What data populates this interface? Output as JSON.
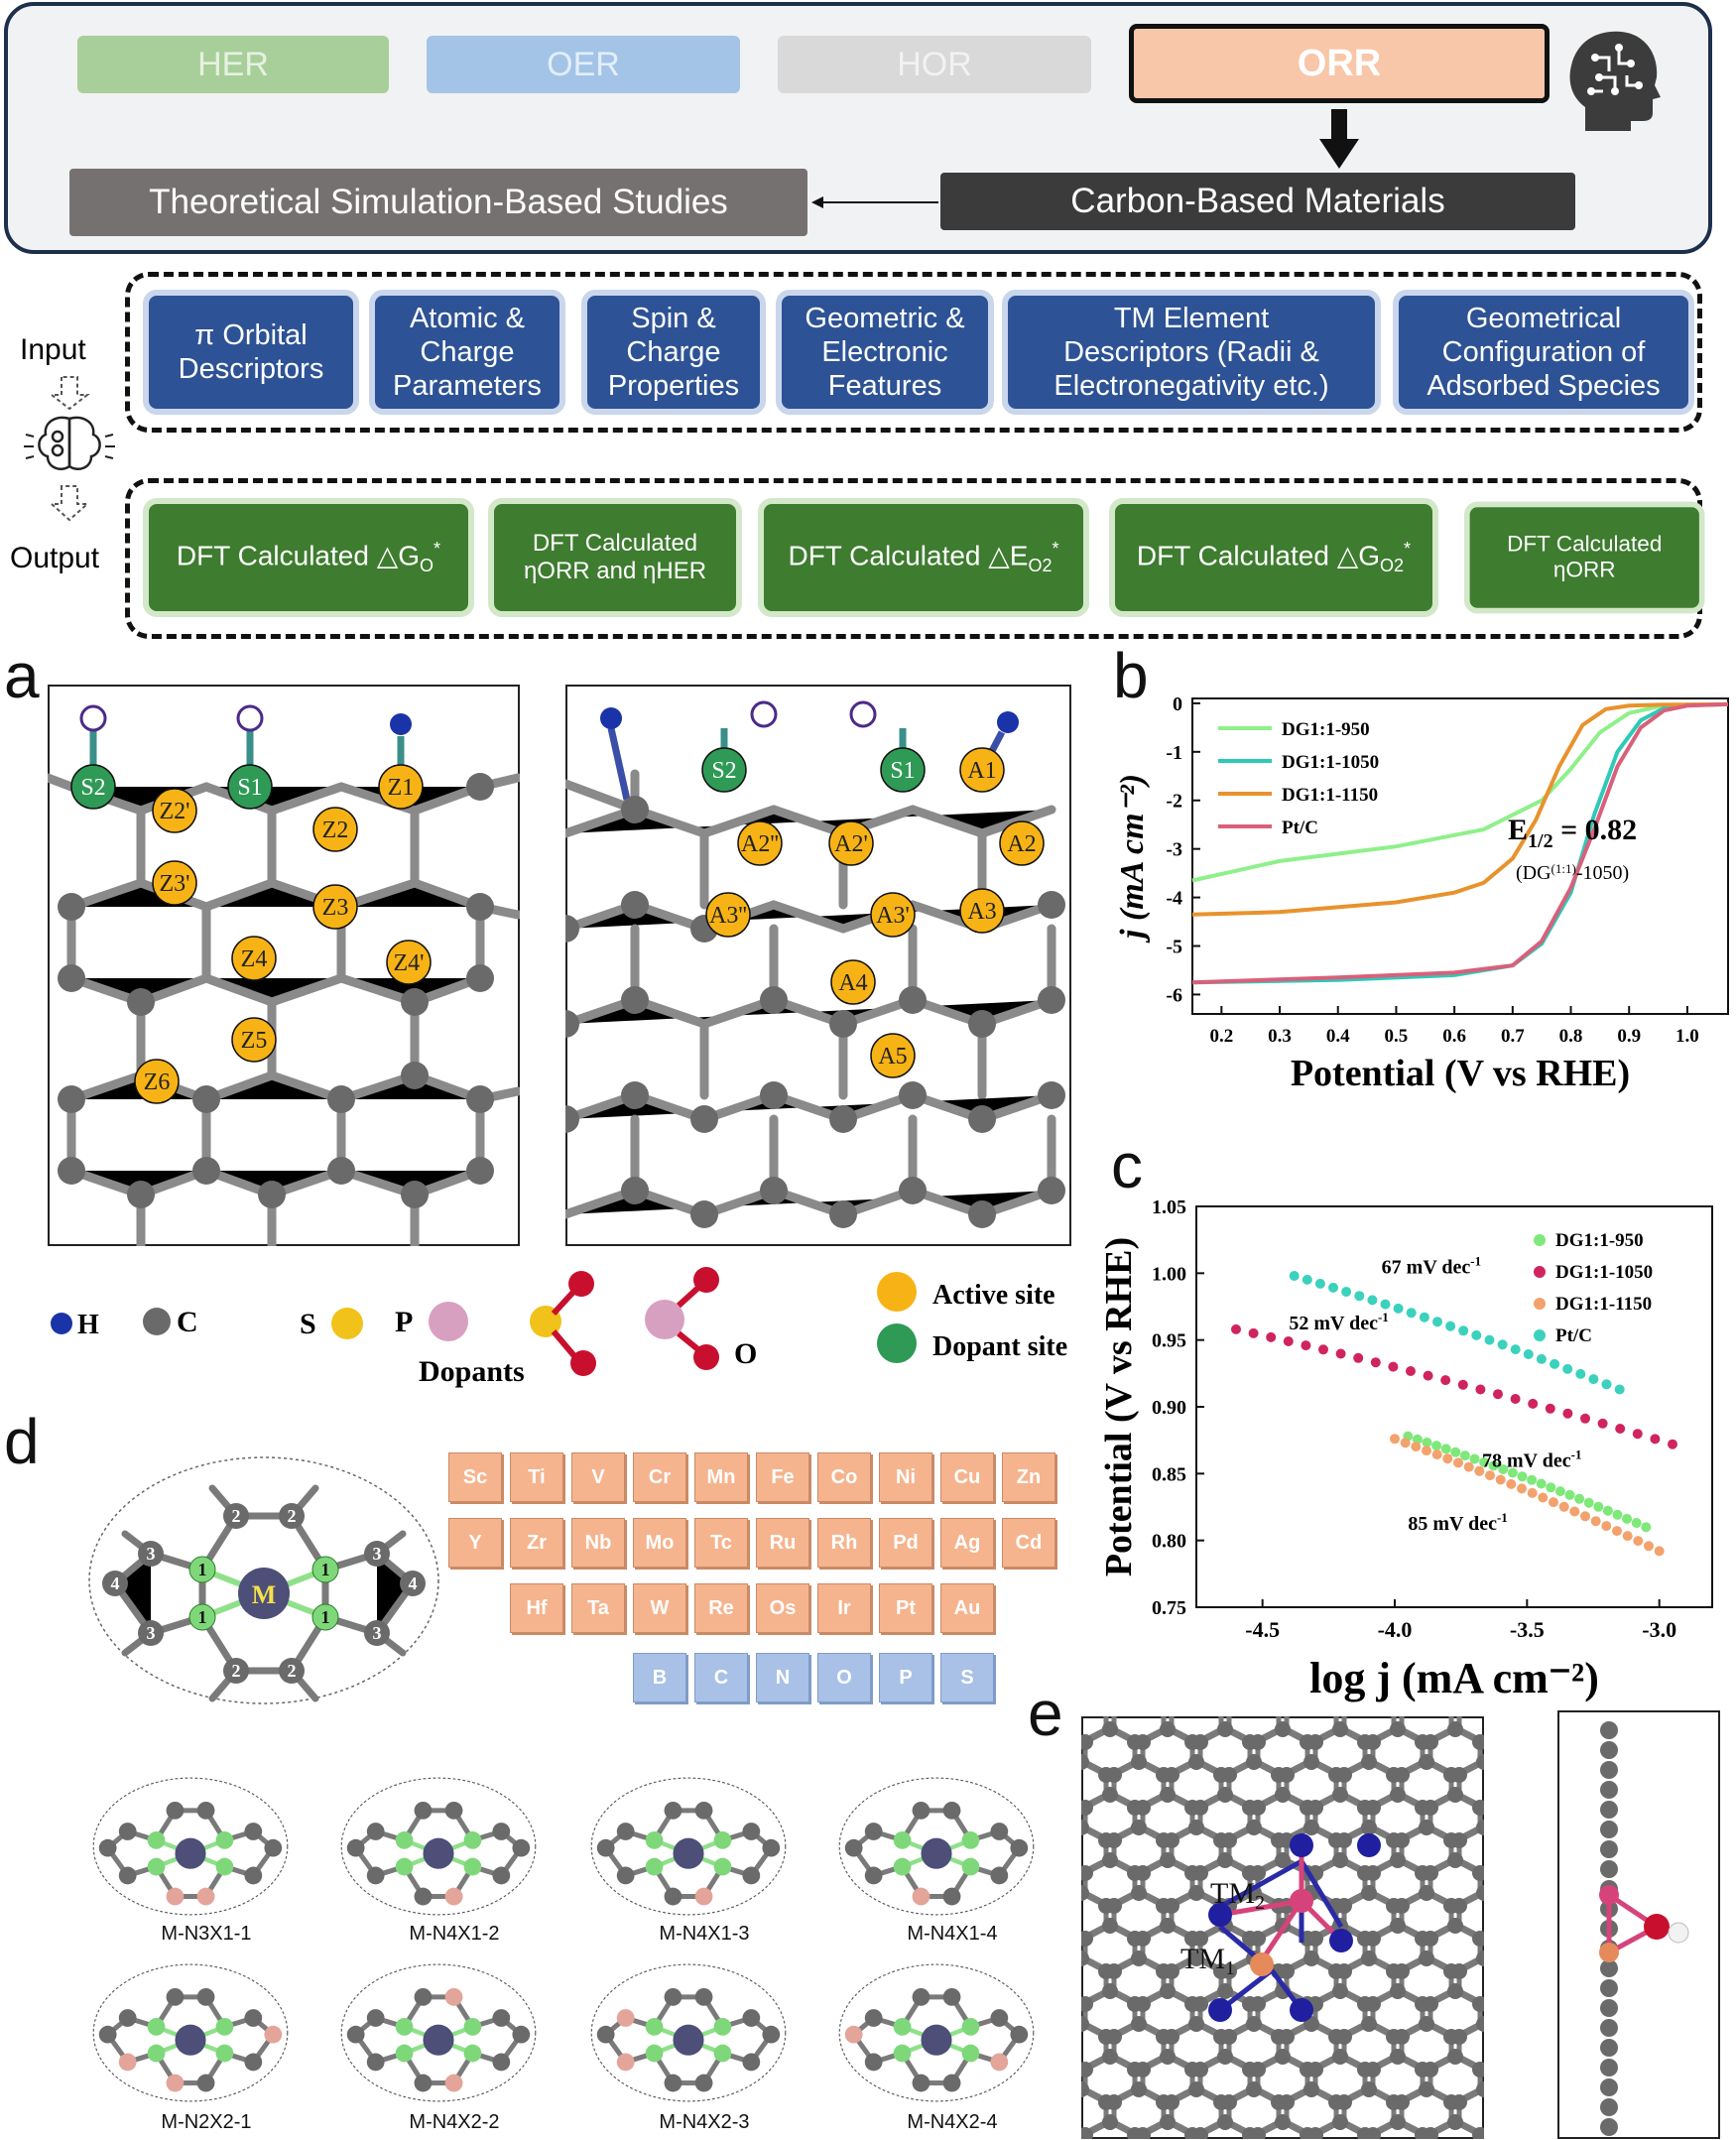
{
  "header": {
    "reactions": [
      {
        "label": "HER",
        "color": "#a8cf99",
        "text_color": "#e6f1e0"
      },
      {
        "label": "OER",
        "color": "#a3c4e6",
        "text_color": "#e3eef9"
      },
      {
        "label": "HOR",
        "color": "#d9d9d9",
        "text_color": "#f2f2f2"
      },
      {
        "label": "ORR",
        "color": "#f8c6a8",
        "text_color": "#ffffff"
      }
    ],
    "theoretical": "Theoretical Simulation-Based Studies",
    "materials": "Carbon-Based Materials"
  },
  "input_label": "Input",
  "output_label": "Output",
  "descriptors": [
    "π Orbital\nDescriptors",
    "Atomic &\nCharge\nParameters",
    "Spin &\nCharge\nProperties",
    "Geometric &\nElectronic\nFeatures",
    "TM Element\nDescriptors (Radii &\nElectronegativity etc.)",
    "Geometrical\nConfiguration of\nAdsorbed Species"
  ],
  "outputs": {
    "o1_prefix": "DFT Calculated △G",
    "o1_sub": "O",
    "o2": "DFT Calculated\nηORR and ηHER",
    "o3_prefix": "DFT Calculated △E",
    "o3_sub": "O2",
    "o4_prefix": "DFT Calculated △G",
    "o4_sub": "O2",
    "o5": "DFT Calculated\nηORR",
    "sup": "*"
  },
  "panel_labels": {
    "a": "a",
    "b": "b",
    "c": "c",
    "d": "d",
    "e": "e"
  },
  "panel_a": {
    "left_sites": [
      "S2",
      "S1",
      "Z1",
      "Z2'",
      "Z2",
      "Z3'",
      "Z3",
      "Z4",
      "Z4'",
      "Z5",
      "Z6"
    ],
    "right_sites": [
      "S2",
      "S1",
      "A1",
      "A2''",
      "A2'",
      "A2",
      "A3''",
      "A3'",
      "A3",
      "A4",
      "A5"
    ],
    "legend": {
      "h": "H",
      "c": "C",
      "s": "S",
      "p": "P",
      "o": "O",
      "dopants": "Dopants",
      "active": "Active site",
      "dopant_site": "Dopant site"
    }
  },
  "panel_d": {
    "center_label": "M",
    "row1": [
      "Sc",
      "Ti",
      "V",
      "Cr",
      "Mn",
      "Fe",
      "Co",
      "Ni",
      "Cu",
      "Zn"
    ],
    "row2": [
      "Y",
      "Zr",
      "Nb",
      "Mo",
      "Tc",
      "Ru",
      "Rh",
      "Pd",
      "Ag",
      "Cd"
    ],
    "row3": [
      "Hf",
      "Ta",
      "W",
      "Re",
      "Os",
      "Ir",
      "Pt",
      "Au"
    ],
    "row4": [
      "B",
      "C",
      "N",
      "O",
      "P",
      "S"
    ],
    "structures_row1": [
      "M-N3X1-1",
      "M-N4X1-2",
      "M-N4X1-3",
      "M-N4X1-4"
    ],
    "structures_row2": [
      "M-N2X2-1",
      "M-N4X2-2",
      "M-N4X2-3",
      "M-N4X2-4"
    ]
  },
  "panel_e": {
    "tm1": "TM",
    "tm1_sub": "1",
    "tm2": "TM",
    "tm2_sub": "2"
  },
  "chart_data": [
    {
      "type": "line",
      "panel": "b",
      "xlabel": "Potential (V vs RHE)",
      "ylabel": "j (mA cm⁻²)",
      "xlim": [
        0.15,
        1.07
      ],
      "ylim": [
        -6.4,
        0.1
      ],
      "xticks": [
        0.2,
        0.3,
        0.4,
        0.5,
        0.6,
        0.7,
        0.8,
        0.9,
        1.0
      ],
      "yticks": [
        0,
        -1,
        -2,
        -3,
        -4,
        -5,
        -6
      ],
      "annotation": {
        "main": "E",
        "sub": "1/2",
        "value": "= 0.82",
        "note": "(DG",
        "note_sub": "(1:1)",
        "note_end": "-1050)"
      },
      "series": [
        {
          "name": "DG1:1-950",
          "color": "#8ff08a",
          "x": [
            0.15,
            0.3,
            0.5,
            0.65,
            0.75,
            0.8,
            0.85,
            0.9,
            0.95,
            1.0,
            1.07
          ],
          "y": [
            -3.65,
            -3.25,
            -2.95,
            -2.6,
            -2.0,
            -1.35,
            -0.6,
            -0.2,
            -0.07,
            -0.03,
            -0.02
          ]
        },
        {
          "name": "DG1:1-1050",
          "color": "#2ec9b8",
          "x": [
            0.15,
            0.4,
            0.6,
            0.7,
            0.75,
            0.8,
            0.84,
            0.88,
            0.92,
            0.96,
            1.0,
            1.07
          ],
          "y": [
            -5.75,
            -5.7,
            -5.6,
            -5.4,
            -4.95,
            -3.9,
            -2.3,
            -1.0,
            -0.35,
            -0.1,
            -0.04,
            -0.02
          ]
        },
        {
          "name": "DG1:1-1150",
          "color": "#e8922d",
          "x": [
            0.15,
            0.3,
            0.5,
            0.6,
            0.65,
            0.7,
            0.74,
            0.78,
            0.82,
            0.86,
            0.9,
            0.95,
            1.07
          ],
          "y": [
            -4.35,
            -4.3,
            -4.1,
            -3.9,
            -3.7,
            -3.2,
            -2.4,
            -1.3,
            -0.45,
            -0.12,
            -0.05,
            -0.03,
            -0.02
          ]
        },
        {
          "name": "Pt/C",
          "color": "#d9607a",
          "x": [
            0.15,
            0.4,
            0.6,
            0.7,
            0.75,
            0.8,
            0.84,
            0.88,
            0.92,
            0.96,
            1.0,
            1.07
          ],
          "y": [
            -5.75,
            -5.65,
            -5.55,
            -5.4,
            -4.9,
            -3.8,
            -2.6,
            -1.3,
            -0.5,
            -0.15,
            -0.05,
            -0.02
          ]
        }
      ]
    },
    {
      "type": "scatter",
      "panel": "c",
      "xlabel": "log j (mA cm⁻²)",
      "ylabel": "Potential (V vs RHE)",
      "xlim": [
        -4.75,
        -2.8
      ],
      "ylim": [
        0.75,
        1.05
      ],
      "xticks": [
        -4.5,
        -4.0,
        -3.5,
        -3.0
      ],
      "yticks": [
        0.75,
        0.8,
        0.85,
        0.9,
        0.95,
        1.0,
        1.05
      ],
      "annotations": [
        "67 mV dec",
        "52 mV dec",
        "78 mV dec",
        "85 mV dec"
      ],
      "annotation_sup": "-1",
      "series": [
        {
          "name": "DG1:1-950",
          "color": "#7ee87a",
          "x_start": -3.95,
          "x_end": -3.05,
          "y_start": 0.878,
          "y_end": 0.81
        },
        {
          "name": "DG1:1-1050",
          "color": "#d0245c",
          "x_start": -4.6,
          "x_end": -2.95,
          "y_start": 0.958,
          "y_end": 0.872
        },
        {
          "name": "DG1:1-1150",
          "color": "#f3a26d",
          "x_start": -4.0,
          "x_end": -3.0,
          "y_start": 0.876,
          "y_end": 0.792
        },
        {
          "name": "Pt/C",
          "color": "#3bd1bd",
          "x_start": -4.38,
          "x_end": -3.15,
          "y_start": 0.998,
          "y_end": 0.913
        }
      ]
    }
  ]
}
